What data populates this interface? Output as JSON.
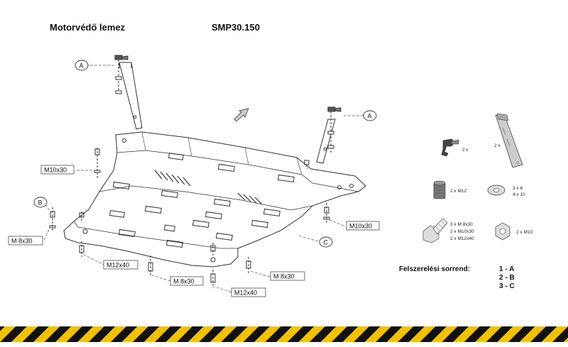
{
  "header": {
    "title": "Motorvédő lemez",
    "code": "SMP30.150"
  },
  "callouts": {
    "a_top": "A",
    "a_right": "A",
    "b": "B",
    "c": "C"
  },
  "bolt_labels": {
    "m10x30_left": "M10x30",
    "m10x30_right": "M10x30",
    "m8x30_left": "M 8x30",
    "m12x40_left": "M12x40",
    "m8x30_bottom": "M 8x30",
    "m8x30_right": "M 8x30",
    "m12x40_bottom": "M12x40"
  },
  "legend": {
    "clip_qty": "2 x",
    "bracket_qty": "2 x",
    "nut_m12_qty": "2 x M12",
    "washer_line1": "3 x   8",
    "washer_line2": "4 x  10",
    "bolts_line1": "3 x M 8x30",
    "bolts_line2": "2 x M10x30",
    "bolts_line3": "2 x M12x40",
    "nut_m10": "2 x M10"
  },
  "install": {
    "title": "Felszerelési sorrend:",
    "steps": [
      "1 - A",
      "2 - B",
      "3 - C"
    ]
  },
  "colors": {
    "line": "#333333",
    "stripe_yellow": "#f2c200",
    "stripe_black": "#111111"
  }
}
